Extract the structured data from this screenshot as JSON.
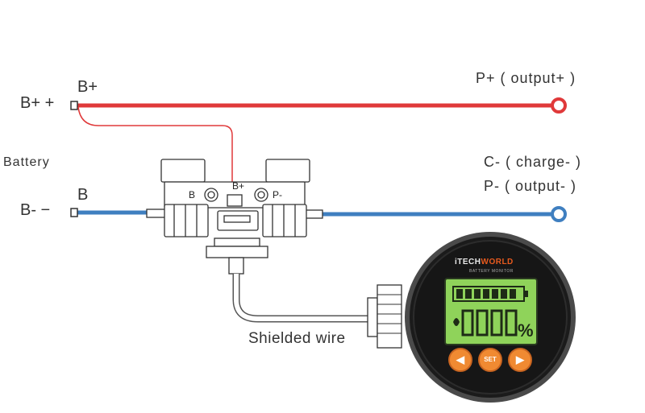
{
  "labels": {
    "b_plus_terminal": "B+ +",
    "b_plus": "B+",
    "battery": "Battery",
    "b_minus_terminal": "B- −",
    "b": "B",
    "p_plus_output": "P+ ( output+ )",
    "c_minus_charge": "C- ( charge- )",
    "p_minus_output": "P- ( output- )",
    "shielded_wire": "Shielded wire"
  },
  "shunt": {
    "left_label": "B",
    "center_label": "B+",
    "right_label": "P-"
  },
  "monitor": {
    "brand_prefix": "iTECH",
    "brand_suffix": "WORLD",
    "subtitle": "BATTERY MONITOR",
    "percent_symbol": "%",
    "buttons": {
      "left": "◀",
      "set": "SET",
      "right": "▶"
    }
  },
  "colors": {
    "positive_wire": "#e0393a",
    "negative_wire": "#3f7fc0",
    "sense_wire": "#e0393a",
    "lcd_green": "#8fd35a",
    "button_orange": "#f08a32"
  }
}
